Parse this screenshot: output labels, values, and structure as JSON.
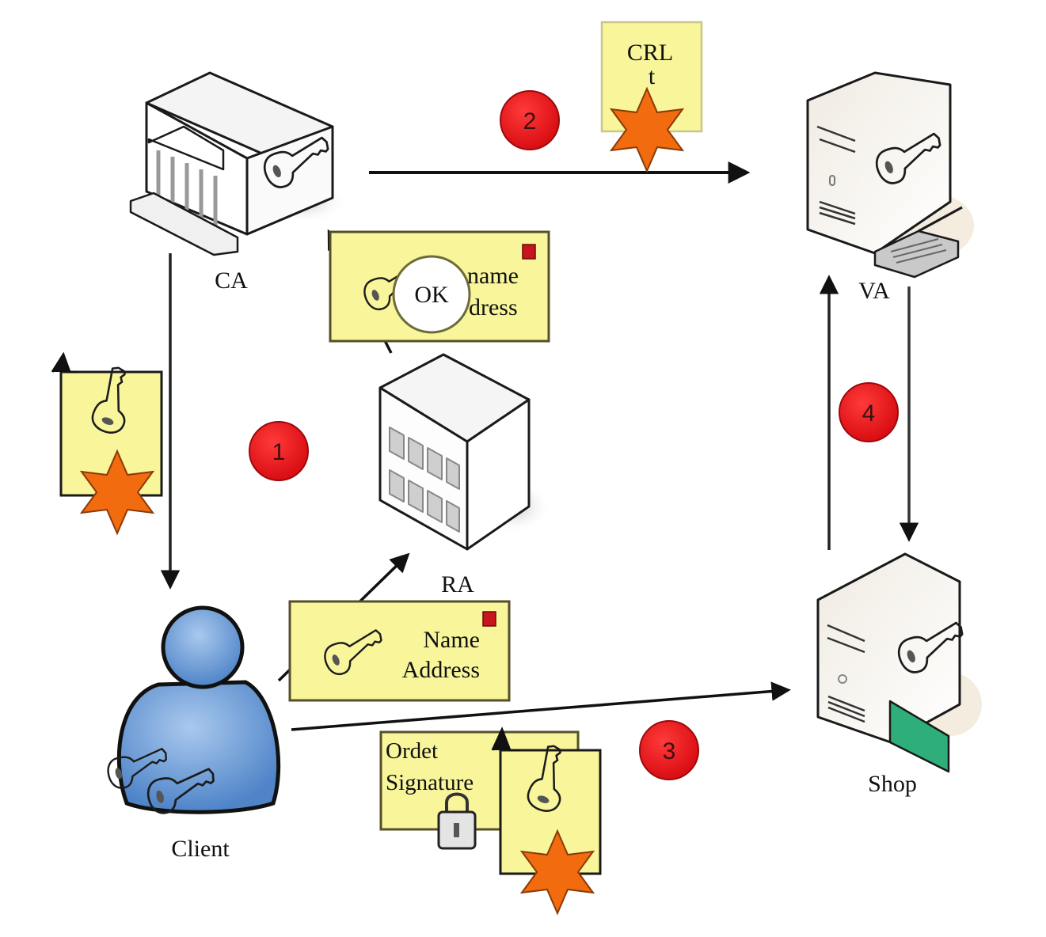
{
  "title": "PKI certificate workflow",
  "colors": {
    "doc_fill": "#f8f59a",
    "doc_border": "#55502a",
    "star_fill": "#f26b0e",
    "step_fill": "#e8131b",
    "client_fill": "#5b8fcf",
    "card_green": "#2eae78",
    "seal_red": "#c8141c"
  },
  "nodes": {
    "ca": {
      "label": "CA",
      "icon": "bank-key-building-icon"
    },
    "va": {
      "label": "VA",
      "icon": "server-key-card-reader-icon"
    },
    "ra": {
      "label": "RA",
      "icon": "office-building-icon"
    },
    "client": {
      "label": "Client",
      "icon": "user-with-keys-icon"
    },
    "shop": {
      "label": "Shop",
      "icon": "server-key-payment-card-icon"
    }
  },
  "steps": [
    {
      "number": "1"
    },
    {
      "number": "2"
    },
    {
      "number": "3"
    },
    {
      "number": "4"
    }
  ],
  "documents": {
    "crl": {
      "line1": "CRL",
      "line2": "t"
    },
    "approved_request": {
      "stamp": "OK",
      "line1": "name",
      "line2": "dress"
    },
    "client_request": {
      "line1": "Name",
      "line2": "Address"
    },
    "order": {
      "line1": "Ordet",
      "line2": "Signature"
    }
  },
  "flows": [
    {
      "from": "CA",
      "to": "VA",
      "step": "2",
      "carries": "CRL"
    },
    {
      "from": "CA",
      "to": "Client",
      "carries": "certificate"
    },
    {
      "from": "RA",
      "to": "CA",
      "carries": "approved request"
    },
    {
      "from": "Client",
      "to": "RA",
      "step": "1",
      "carries": "Name/Address request"
    },
    {
      "from": "Client",
      "to": "Shop",
      "step": "3",
      "carries": "order + signature + certificate"
    },
    {
      "from": "Shop",
      "to": "VA",
      "step": "4"
    },
    {
      "from": "VA",
      "to": "Shop",
      "step": "4"
    }
  ]
}
